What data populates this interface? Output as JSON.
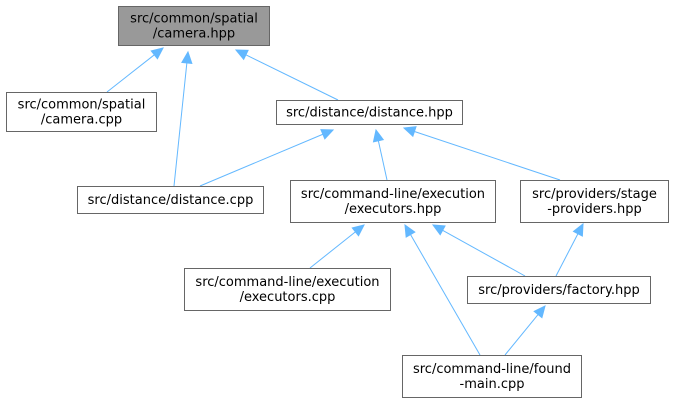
{
  "nodes": {
    "camera_hpp": {
      "lines": [
        "src/common/spatial",
        "/camera.hpp"
      ],
      "fill": "#999999",
      "is_root": true
    },
    "camera_cpp": {
      "lines": [
        "src/common/spatial",
        "/camera.cpp"
      ],
      "fill": "#ffffff"
    },
    "distance_hpp": {
      "lines": [
        "src/distance/distance.hpp"
      ],
      "fill": "#ffffff"
    },
    "distance_cpp": {
      "lines": [
        "src/distance/distance.cpp"
      ],
      "fill": "#ffffff"
    },
    "executors_hpp": {
      "lines": [
        "src/command-line/execution",
        "/executors.hpp"
      ],
      "fill": "#ffffff"
    },
    "stage_providers_hpp": {
      "lines": [
        "src/providers/stage",
        "-providers.hpp"
      ],
      "fill": "#ffffff"
    },
    "executors_cpp": {
      "lines": [
        "src/command-line/execution",
        "/executors.cpp"
      ],
      "fill": "#ffffff"
    },
    "factory_hpp": {
      "lines": [
        "src/providers/factory.hpp"
      ],
      "fill": "#ffffff"
    },
    "found_main_cpp": {
      "lines": [
        "src/command-line/found",
        "-main.cpp"
      ],
      "fill": "#ffffff"
    }
  },
  "edges": [
    {
      "from": "camera_hpp",
      "to": "camera_cpp"
    },
    {
      "from": "camera_hpp",
      "to": "distance_cpp"
    },
    {
      "from": "camera_hpp",
      "to": "distance_hpp"
    },
    {
      "from": "distance_hpp",
      "to": "distance_cpp"
    },
    {
      "from": "distance_hpp",
      "to": "executors_hpp"
    },
    {
      "from": "distance_hpp",
      "to": "stage_providers_hpp"
    },
    {
      "from": "executors_hpp",
      "to": "executors_cpp"
    },
    {
      "from": "executors_hpp",
      "to": "factory_hpp"
    },
    {
      "from": "executors_hpp",
      "to": "found_main_cpp"
    },
    {
      "from": "stage_providers_hpp",
      "to": "factory_hpp"
    },
    {
      "from": "factory_hpp",
      "to": "found_main_cpp"
    }
  ],
  "colors": {
    "edge": "#63b8ff",
    "border": "#666666",
    "root_fill": "#999999"
  }
}
